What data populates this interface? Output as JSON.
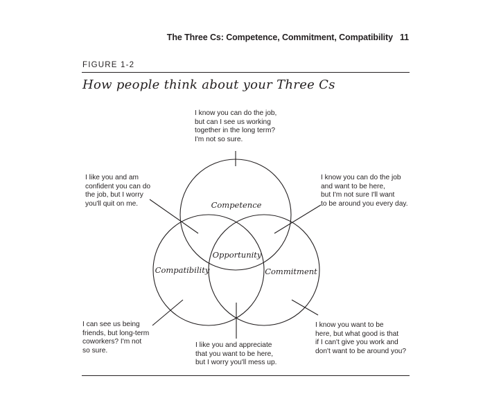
{
  "header": {
    "running_title": "The Three Cs: Competence, Commitment, Compatibility",
    "page_number": "11"
  },
  "figure": {
    "label": "FIGURE 1-2",
    "title": "How people think about your Three Cs"
  },
  "venn": {
    "circles": {
      "competence": "Competence",
      "compatibility": "Compatibility",
      "commitment": "Commitment",
      "center": "Opportunity"
    }
  },
  "notes": {
    "top": "I know you can do the job,\nbut can I see us working\ntogether in the long term?\nI'm not so sure.",
    "upper_left": "I like you and am\nconfident you can do\nthe job, but I worry\nyou'll quit on me.",
    "upper_right": "I know you can do the job\nand want to be here,\nbut I'm not sure I'll want\nto be around you every day.",
    "lower_left": "I can see us being\nfriends, but long-term\ncoworkers? I'm not\nso sure.",
    "bottom": "I like you and appreciate\nthat you want to be here,\nbut I worry you'll mess up.",
    "lower_right": "I know you want to be\nhere, but what good is that\nif I can't give you work and\ndon't want to be around you?"
  }
}
